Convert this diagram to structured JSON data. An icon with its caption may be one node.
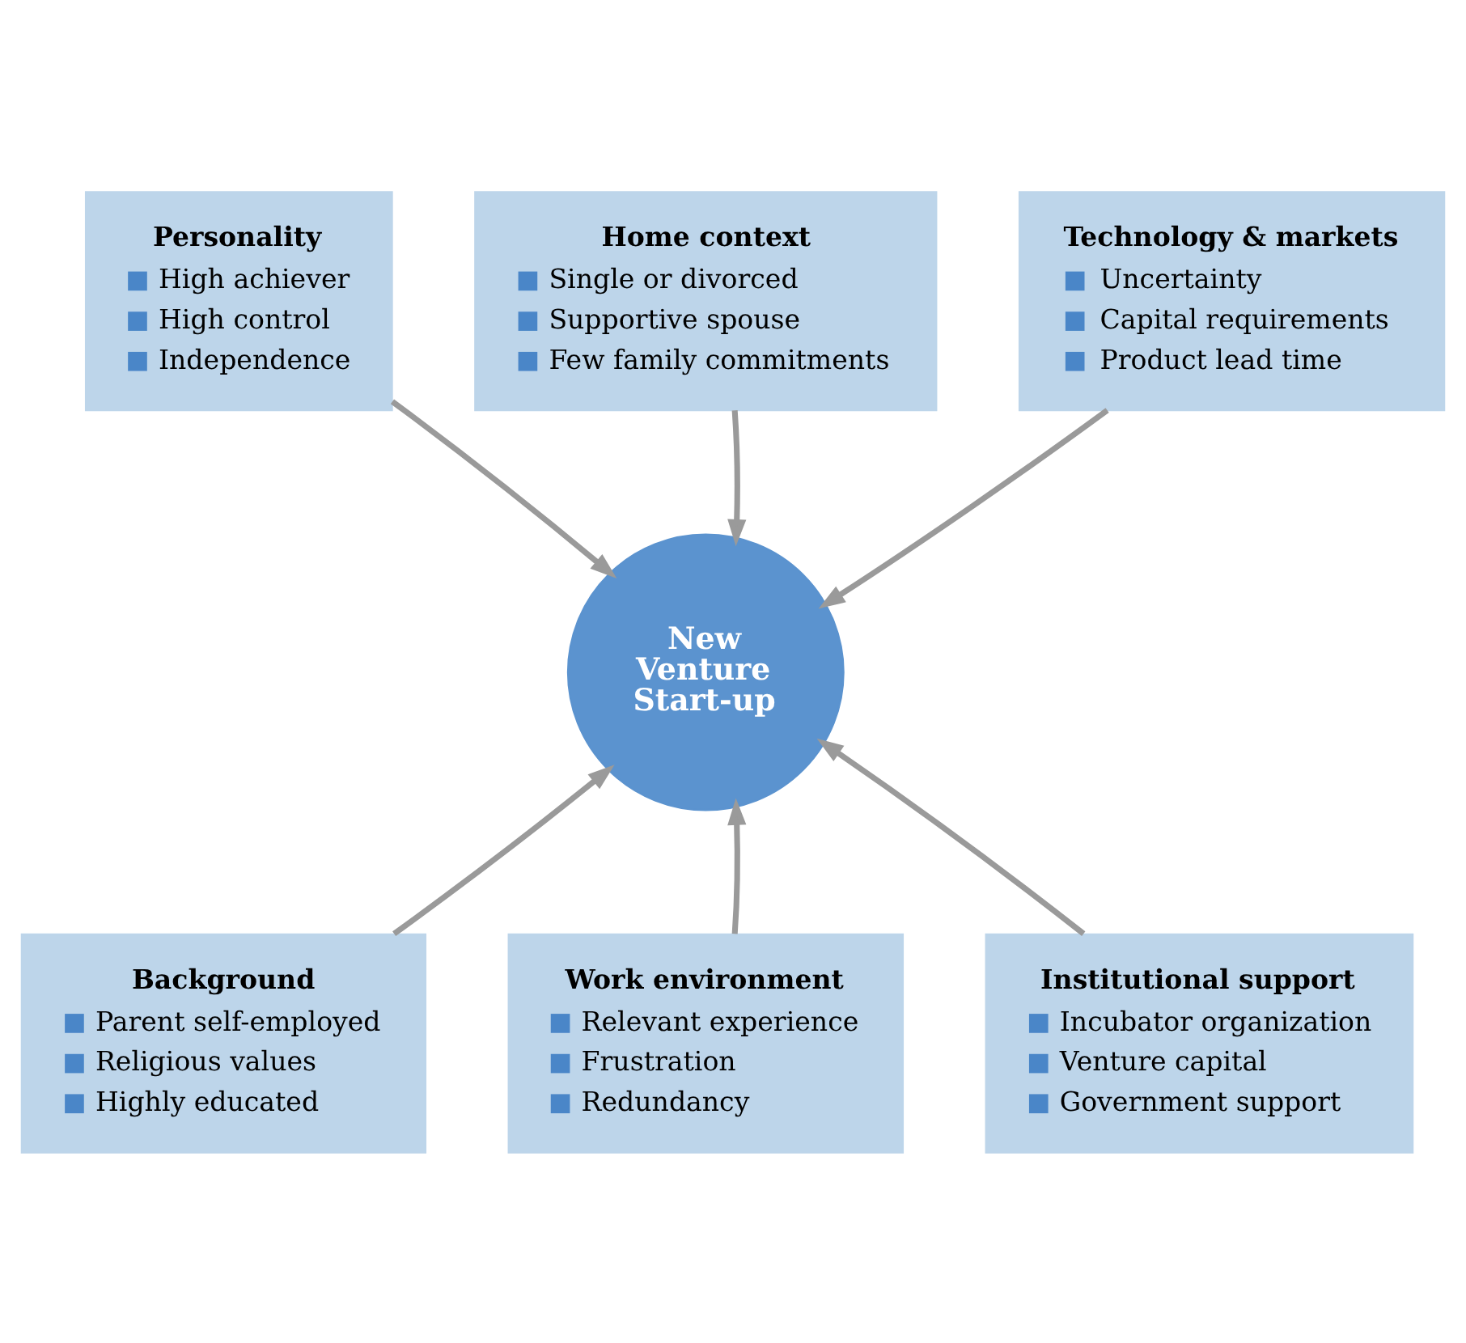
{
  "diagram": {
    "nodes": [
      {
        "text": [
          "Home context",
          "Single or divorced",
          "Supportive spouse",
          "Few family commitments"
        ]
      },
      {
        "text": [
          "Personality",
          "High achiever",
          "High control",
          "Independence"
        ]
      },
      {
        "text": [
          "Technology & markets",
          "Uncertainty",
          "Capital requirements",
          "Product lead time"
        ]
      },
      {
        "text": [
          "New Venture Start-up"
        ]
      },
      {
        "text": [
          "Background",
          "Parent self-employed",
          "Religious values",
          "Highly educated"
        ]
      },
      {
        "text": [
          "Institutional support",
          "Incubator organization",
          "Venture capital",
          "Government support"
        ]
      },
      {
        "text": [
          "Work environment",
          "Relevant experience",
          "Frustration",
          "Redundancy"
        ]
      }
    ],
    "edges": [
      {
        "from": 1,
        "to": 3,
        "arrow": "to"
      },
      {
        "from": 0,
        "to": 3,
        "arrow": "to"
      },
      {
        "from": 2,
        "to": 3,
        "arrow": "to"
      },
      {
        "from": 4,
        "to": 3,
        "arrow": "to"
      },
      {
        "from": 6,
        "to": 3,
        "arrow": "to"
      },
      {
        "from": 5,
        "to": 3,
        "arrow": "to"
      }
    ]
  }
}
